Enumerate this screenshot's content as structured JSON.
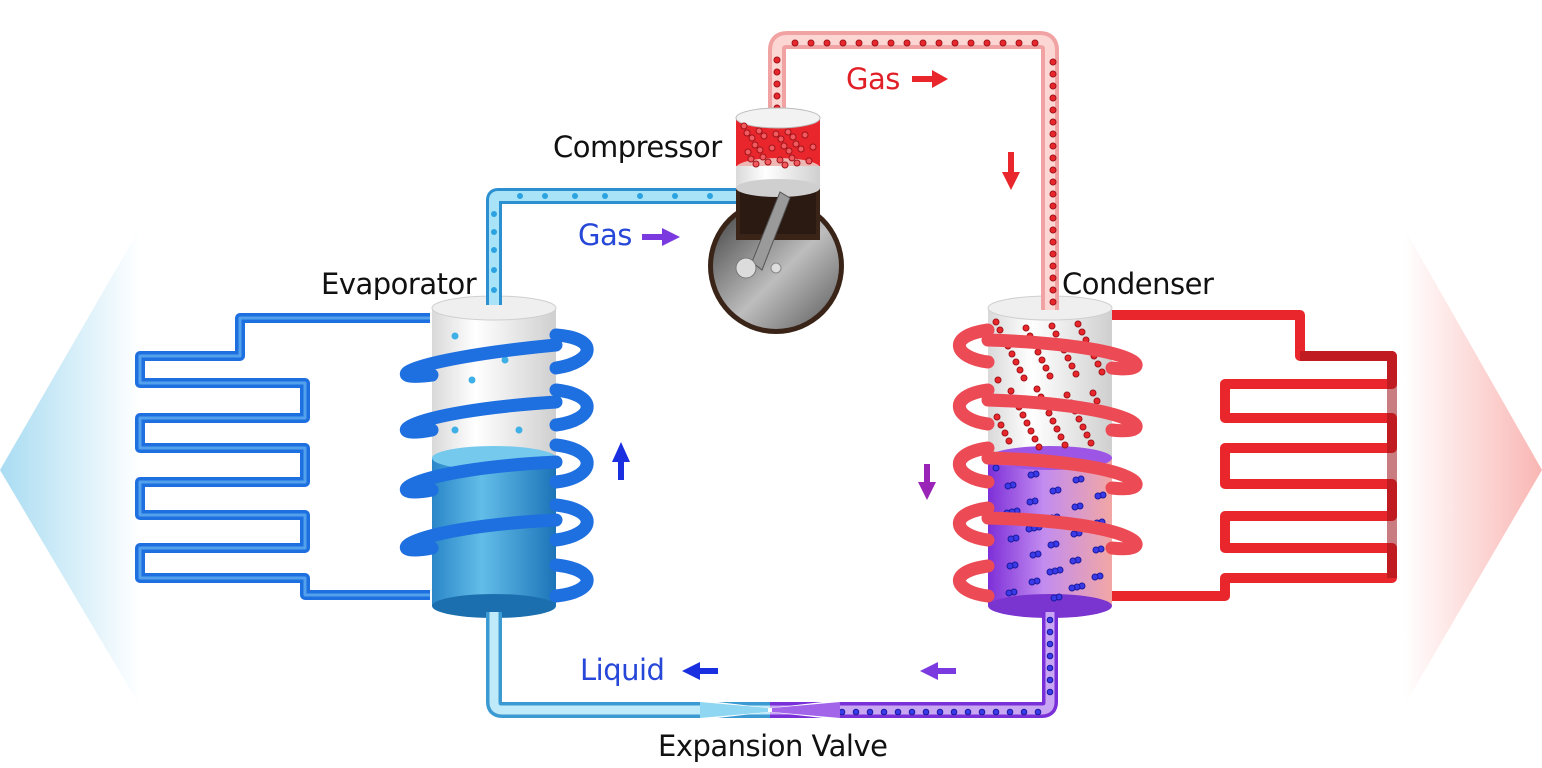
{
  "labels": {
    "compressor": "Compressor",
    "evaporator": "Evaporator",
    "condenser": "Condenser",
    "expansion_valve": "Expansion Valve",
    "gas_hot": "Gas",
    "gas_cold": "Gas",
    "liquid": "Liquid"
  },
  "colors": {
    "cold": "#1e6fe0",
    "cold_light": "#8fd3f0",
    "hot": "#e8262c",
    "hot_light": "#f6a8a6",
    "mixed": "#8a38e0",
    "label_text": "#111111",
    "gas_hot_text": "#e01f26",
    "blue_text": "#2747d8"
  },
  "icons": {
    "cold_side": "left-arrow-cold-panel",
    "hot_side": "right-arrow-hot-panel"
  }
}
